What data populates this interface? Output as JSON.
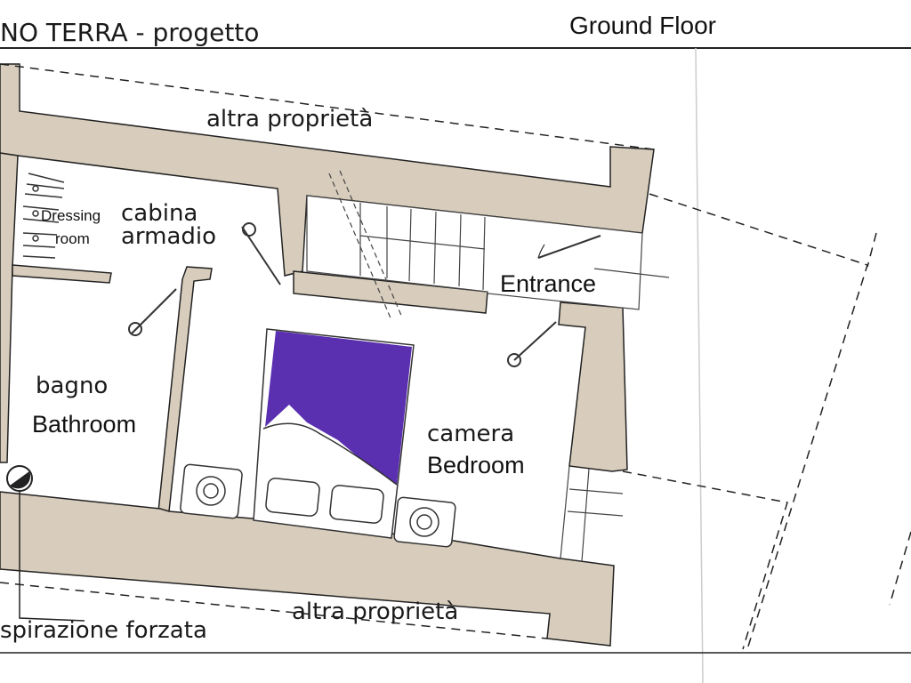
{
  "header": {
    "title_it": "NO TERRA - progetto",
    "title_en": "Ground Floor"
  },
  "labels": {
    "top_neighbor": "altra proprietà",
    "bottom_neighbor": "altra proprietà",
    "dressing_en_1": "Dressing",
    "dressing_en_2": "room",
    "dressing_it_1": "cabina",
    "dressing_it_2": "armadio",
    "entrance": "Entrance",
    "bath_it": "bagno",
    "bath_en": "Bathroom",
    "bedroom_it": "camera",
    "bedroom_en": "Bedroom",
    "ventilation": "spirazione forzata"
  },
  "colors": {
    "wall": "#d8cdbc",
    "bed_cover": "#5a2fb0",
    "line": "#222222"
  }
}
